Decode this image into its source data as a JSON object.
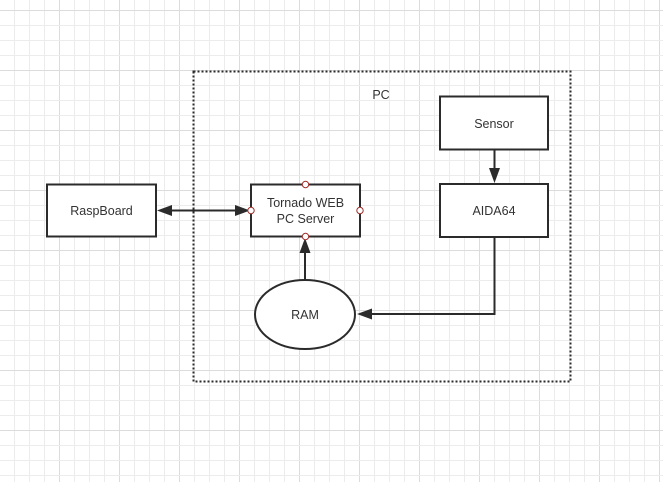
{
  "diagram": {
    "type": "flowchart",
    "container": {
      "id": "pc",
      "label": "PC",
      "border_style": "dotted"
    },
    "nodes": [
      {
        "id": "raspboard",
        "label_lines": [
          "RaspBoard"
        ],
        "shape": "rectangle"
      },
      {
        "id": "tornado",
        "label_lines": [
          "Tornado WEB",
          "PC Server"
        ],
        "shape": "rectangle",
        "selected": true
      },
      {
        "id": "sensor",
        "label_lines": [
          "Sensor"
        ],
        "shape": "rectangle"
      },
      {
        "id": "aida64",
        "label_lines": [
          "AIDA64"
        ],
        "shape": "rectangle"
      },
      {
        "id": "ram",
        "label_lines": [
          "RAM"
        ],
        "shape": "ellipse"
      }
    ],
    "edges": [
      {
        "from": "raspboard",
        "to": "tornado",
        "direction": "both"
      },
      {
        "from": "sensor",
        "to": "aida64",
        "direction": "forward"
      },
      {
        "from": "aida64",
        "to": "ram",
        "direction": "forward",
        "routing": "orthogonal"
      },
      {
        "from": "ram",
        "to": "tornado",
        "direction": "forward"
      }
    ],
    "colors": {
      "stroke": "#2b2b2b",
      "text": "#333333",
      "selection_port": "#a0302d",
      "grid_minor": "#ececec",
      "grid_major": "#dcdcdc",
      "background": "#ffffff"
    }
  }
}
